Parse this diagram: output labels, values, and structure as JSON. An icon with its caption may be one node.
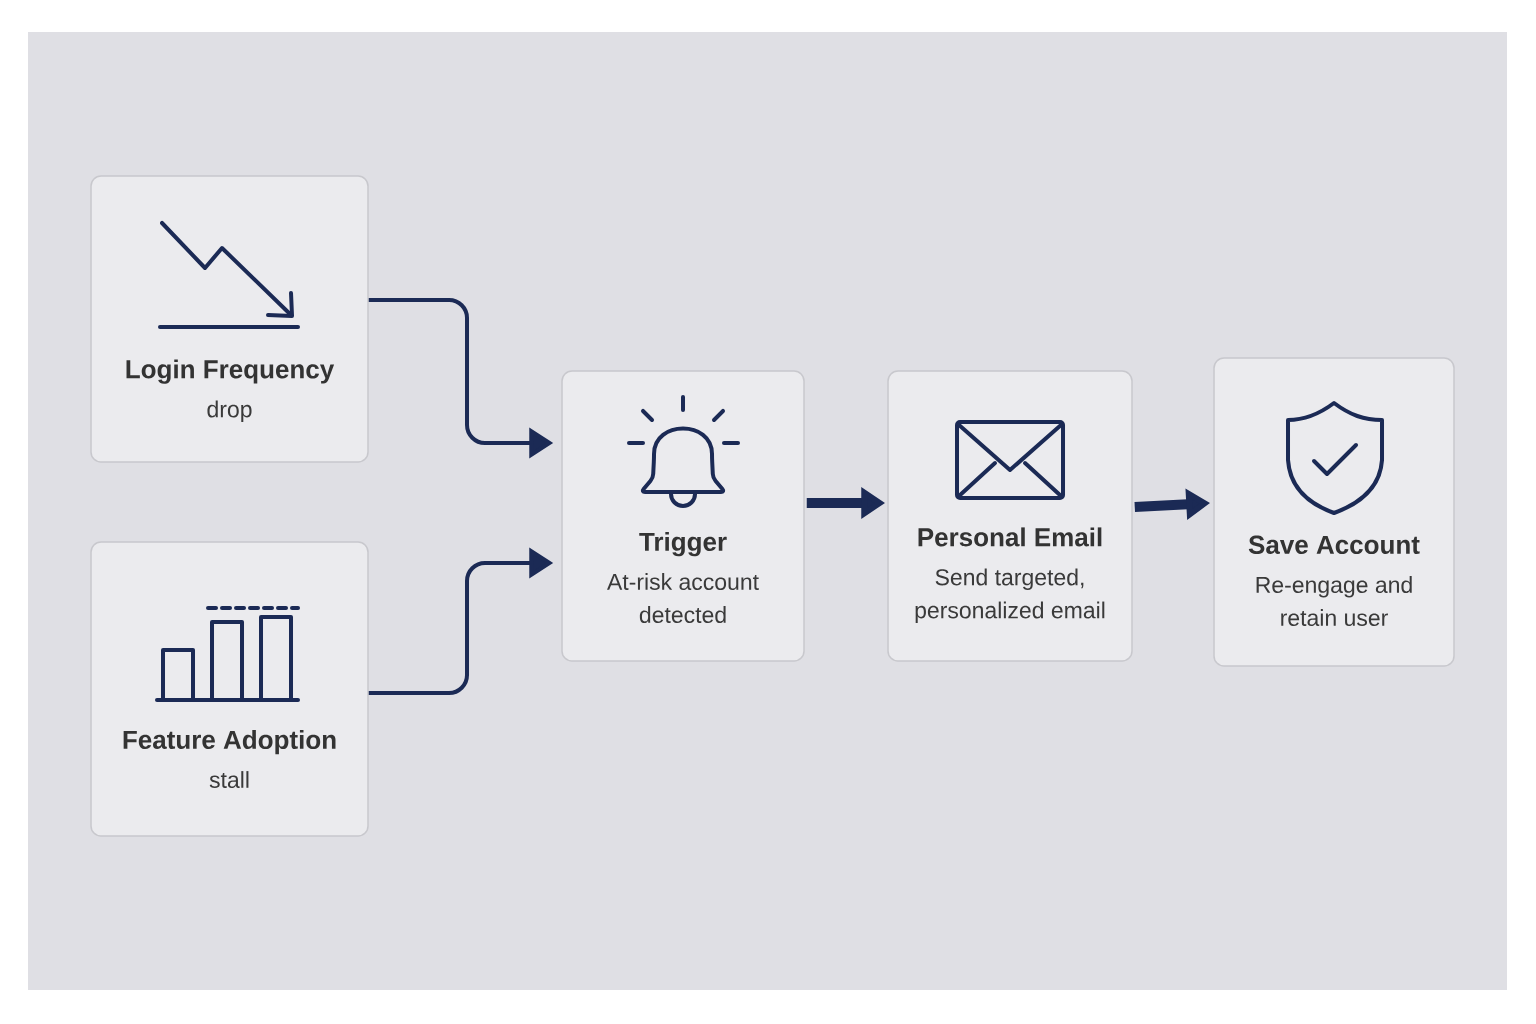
{
  "diagram": {
    "nodes": [
      {
        "text": [
          "Login Frequency",
          "drop"
        ]
      },
      {
        "text": [
          "Feature Adoption",
          "stall"
        ]
      },
      {
        "text": [
          "Trigger",
          "At-risk account detected"
        ]
      },
      {
        "text": [
          "Personal Email",
          "Send targeted, personalized email"
        ]
      },
      {
        "text": [
          "Save Account",
          "Re-engage and retain user"
        ]
      }
    ],
    "edges": [
      {
        "from": 0,
        "to": 2,
        "arrow": "to"
      },
      {
        "from": 1,
        "to": 2,
        "arrow": "to"
      },
      {
        "from": 2,
        "to": 3,
        "arrow": "to",
        "style": "thick"
      },
      {
        "from": 3,
        "to": 4,
        "arrow": "to",
        "style": "thick"
      }
    ]
  }
}
